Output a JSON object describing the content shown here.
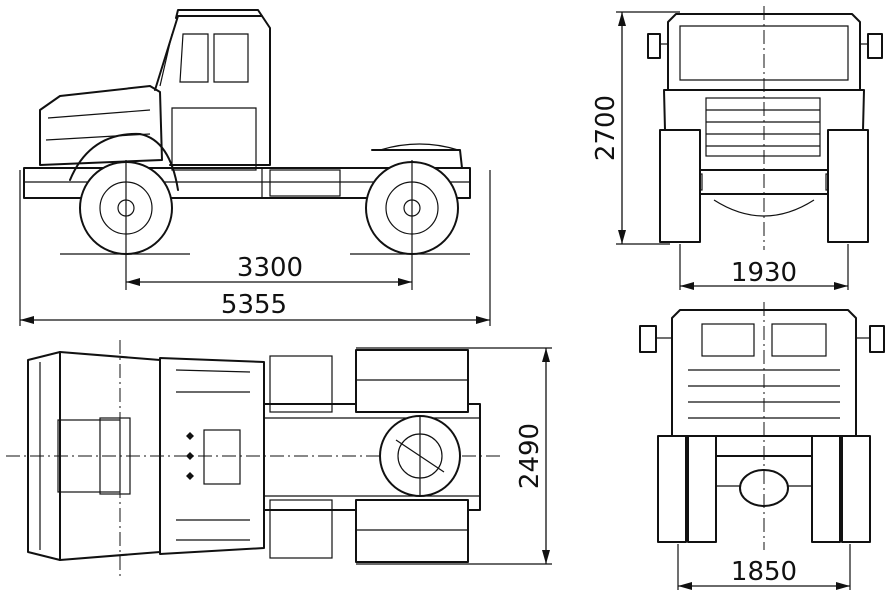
{
  "dimensions": {
    "wheelbase": "3300",
    "overall_length": "5355",
    "overall_height": "2700",
    "front_track": "1930",
    "overall_width": "2490",
    "rear_track": "1850"
  }
}
